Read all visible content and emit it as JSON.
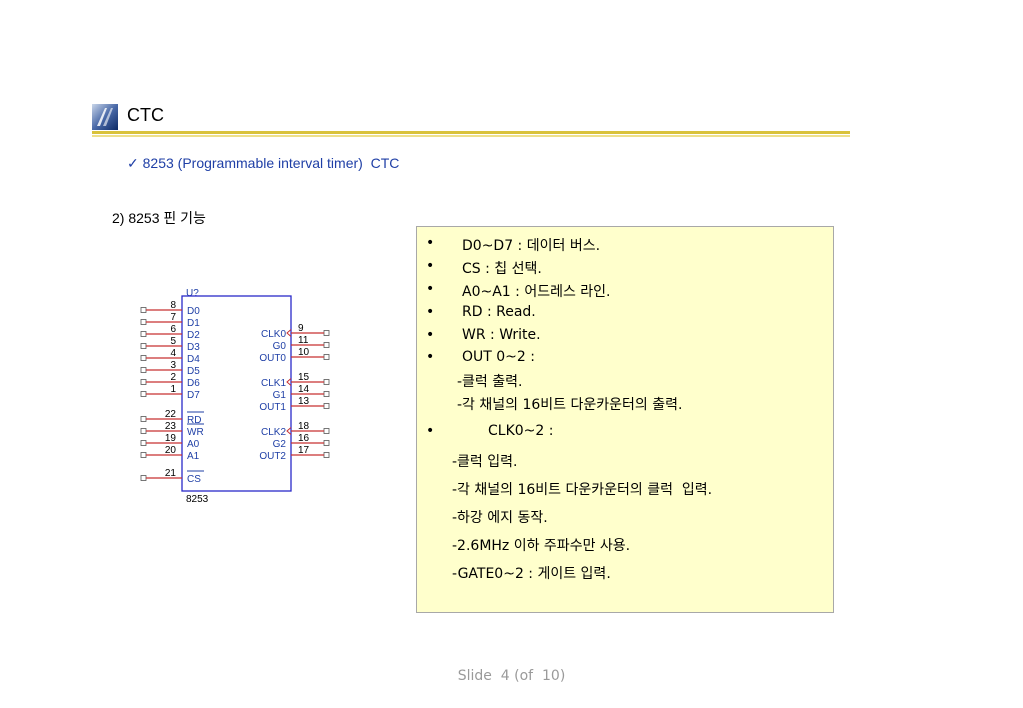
{
  "header": {
    "title": "CTC",
    "subtitle": "✓ 8253 (Programmable interval timer)  CTC",
    "accent_color": "#d9c23a",
    "icon": "title-logo-icon"
  },
  "section_title": "2) 8253 핀 기능",
  "chip": {
    "ref": "U?",
    "part": "8253",
    "left_pins": [
      {
        "num": "8",
        "name": "D0"
      },
      {
        "num": "7",
        "name": "D1"
      },
      {
        "num": "6",
        "name": "D2"
      },
      {
        "num": "5",
        "name": "D3"
      },
      {
        "num": "4",
        "name": "D4"
      },
      {
        "num": "3",
        "name": "D5"
      },
      {
        "num": "2",
        "name": "D6"
      },
      {
        "num": "1",
        "name": "D7"
      },
      {
        "num": "22",
        "name": "RD"
      },
      {
        "num": "23",
        "name": "WR"
      },
      {
        "num": "19",
        "name": "A0"
      },
      {
        "num": "20",
        "name": "A1"
      },
      {
        "num": "21",
        "name": "CS"
      }
    ],
    "right_pins": [
      {
        "num": "9",
        "name": "CLK0"
      },
      {
        "num": "11",
        "name": "G0"
      },
      {
        "num": "10",
        "name": "OUT0"
      },
      {
        "num": "15",
        "name": "CLK1"
      },
      {
        "num": "14",
        "name": "G1"
      },
      {
        "num": "13",
        "name": "OUT1"
      },
      {
        "num": "18",
        "name": "CLK2"
      },
      {
        "num": "16",
        "name": "G2"
      },
      {
        "num": "17",
        "name": "OUT2"
      }
    ]
  },
  "info": {
    "bullet_symbol": "•",
    "items": [
      "D0~D7 : 데이터 버스.",
      "CS : 칩 선택.",
      "A0~A1 : 어드레스 라인.",
      "RD : Read.",
      "WR : Write.",
      "OUT 0~2 :",
      "-클럭 출력.",
      "-각 채널의 16비트 다운카운터의 출력.",
      "CLK0~2 :",
      "-클럭 입력.",
      "-각 채널의 16비트 다운카운터의 클럭  입력.",
      "-하강 에지 동작.",
      "-2.6MHz 이하 주파수만 사용.",
      "-GATE0~2 : 게이트 입력."
    ]
  },
  "footer": "Slide  4 (of  10)"
}
